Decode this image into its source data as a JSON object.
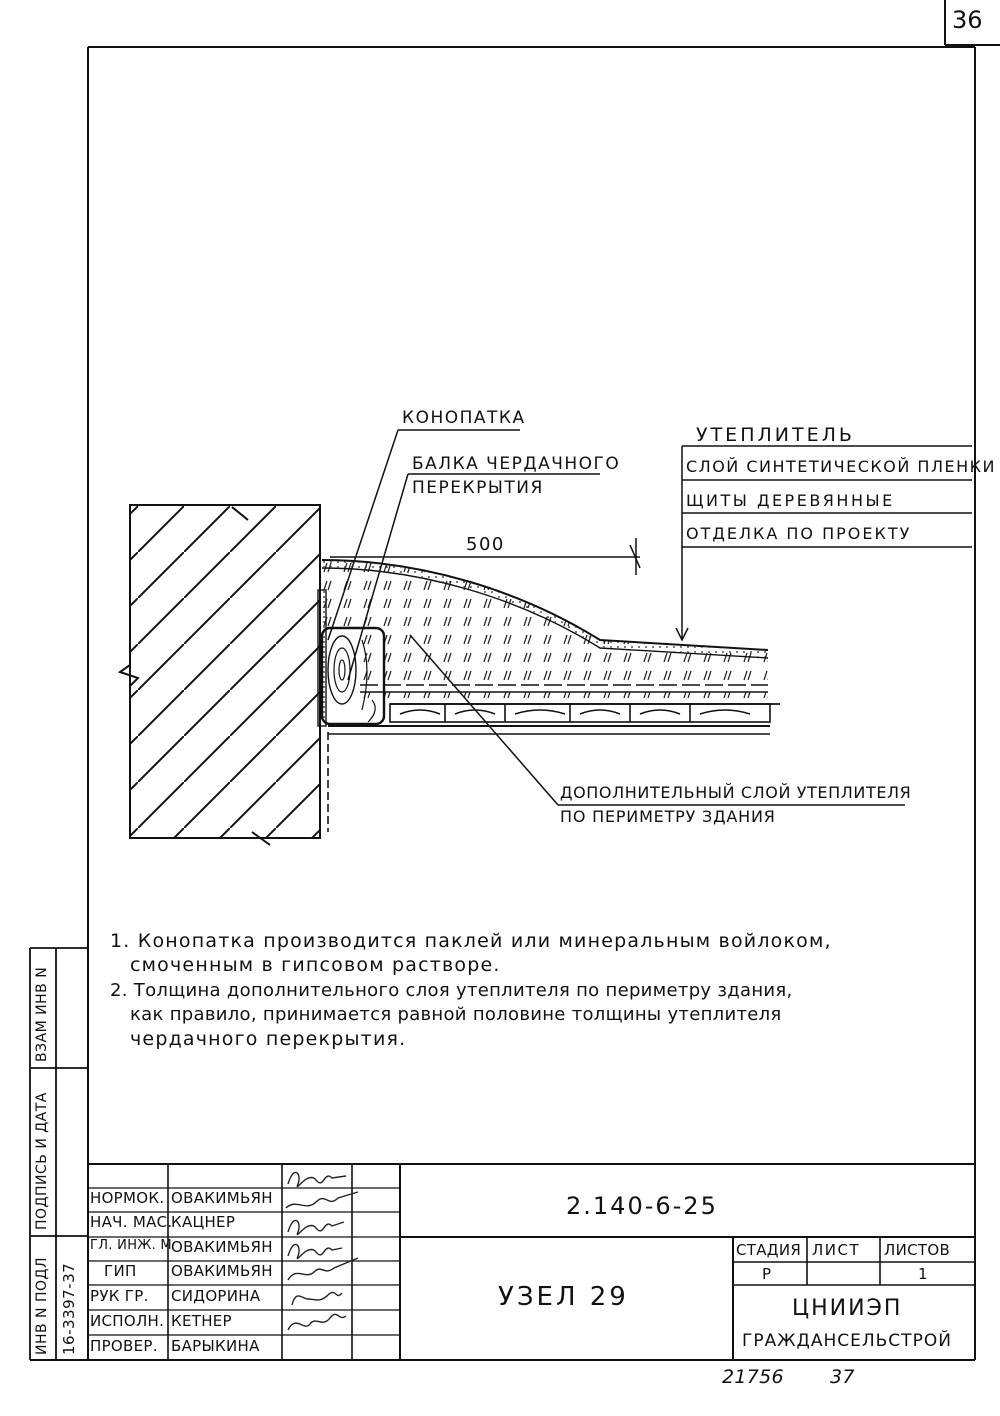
{
  "page_number": "36",
  "drawing": {
    "label_konopatka": "КОНОПАТКА",
    "label_beam_1": "БАЛКА ЧЕРДАЧНОГО",
    "label_beam_2": "ПЕРЕКРЫТИЯ",
    "label_insulation": "УТЕПЛИТЕЛЬ",
    "label_film": "СЛОЙ СИНТЕТИЧЕСКОЙ ПЛЕНКИ",
    "label_boards": "ЩИТЫ ДЕРЕВЯННЫЕ",
    "label_finish": "ОТДЕЛКА ПО ПРОЕКТУ",
    "dimension": "500",
    "label_extra_1": "ДОПОЛНИТЕЛЬНЫЙ СЛОЙ УТЕПЛИТЕЛЯ",
    "label_extra_2": "ПО ПЕРИМЕТРУ ЗДАНИЯ"
  },
  "notes": [
    "1. Конопатка производится паклей или минеральным войлоком,",
    "смоченным в гипсовом растворе.",
    "2. Толщина дополнительного слоя утеплителя по периметру здания,",
    "как правило, принимается равной половине толщины утеплителя",
    "чердачного перекрытия."
  ],
  "side_strip": {
    "inv_podl": "ИНВ N ПОДЛ",
    "podpis_data": "ПОДПИСЬ И ДАТА",
    "vzam_inv": "ВЗАМ ИНВ N",
    "inv_number": "16-3397-37"
  },
  "title_block": {
    "roles": [
      {
        "role": "НОРМОК.",
        "name": "ОВАКИМЬЯН"
      },
      {
        "role": "НАЧ. МАС.",
        "name": "КАЦНЕР"
      },
      {
        "role": "ГЛ. ИНЖ. М",
        "name": "ОВАКИМЬЯН"
      },
      {
        "role": "ГИП",
        "name": "ОВАКИМЬЯН"
      },
      {
        "role": "РУК ГР.",
        "name": "СИДОРИНА"
      },
      {
        "role": "ИСПОЛН.",
        "name": "КЕТНЕР"
      },
      {
        "role": "ПРОВЕР.",
        "name": "БАРЫКИНА"
      }
    ],
    "doc_code": "2.140-6-25",
    "title": "УЗЕЛ 29",
    "stage_header": "СТАДИЯ",
    "sheet_header": "ЛИСТ",
    "sheets_header": "ЛИСТОВ",
    "stage": "Р",
    "sheet": "",
    "sheets": "1",
    "org_1": "ЦНИИЭП",
    "org_2": "ГРАЖДАНСЕЛЬСТРОЙ"
  },
  "footer": {
    "number": "21756",
    "page": "37"
  }
}
